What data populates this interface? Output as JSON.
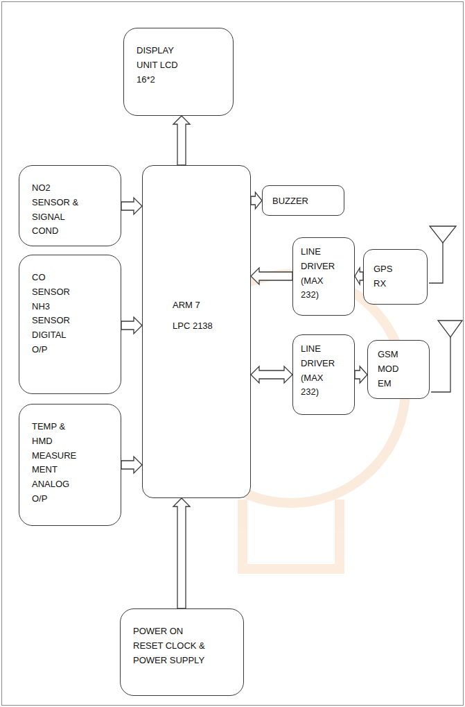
{
  "diagram": {
    "nodes": [
      {
        "text": [
          "DISPLAY UNIT LCD 16*2"
        ]
      },
      {
        "text": [
          "NO2 SENSOR & SIGNAL COND"
        ]
      },
      {
        "text": [
          "ARM 7 LPC 2138"
        ]
      },
      {
        "text": [
          "BUZZER"
        ]
      },
      {
        "text": [
          "LINE DRIVER (MAX 232)"
        ]
      },
      {
        "text": [
          "GPS RX"
        ]
      },
      {
        "text": [
          "CO SENSOR NH3 SENSOR DIGITAL O/P"
        ]
      },
      {
        "text": [
          "LINE DRIVER (MAX 232)"
        ]
      },
      {
        "text": [
          "GSM MOD EM"
        ]
      },
      {
        "text": [
          "TEMP & HMD MEASURE MENT ANALOG O/P"
        ]
      },
      {
        "text": [
          "POWER ON RESET CLOCK & POWER SUPPLY"
        ]
      }
    ],
    "edges": [
      {
        "from": 2,
        "to": 0,
        "arrow": "to"
      },
      {
        "from": 1,
        "to": 2,
        "arrow": "to"
      },
      {
        "from": 2,
        "to": 3,
        "arrow": "to"
      },
      {
        "from": 4,
        "to": 2,
        "arrow": "to"
      },
      {
        "from": 5,
        "to": 4,
        "arrow": "to"
      },
      {
        "from": 6,
        "to": 2,
        "arrow": "to"
      },
      {
        "from": 2,
        "to": 7,
        "arrow": "both"
      },
      {
        "from": 7,
        "to": 8,
        "arrow": "to"
      },
      {
        "from": 9,
        "to": 2,
        "arrow": "to"
      },
      {
        "from": 10,
        "to": 2,
        "arrow": "to"
      }
    ]
  }
}
